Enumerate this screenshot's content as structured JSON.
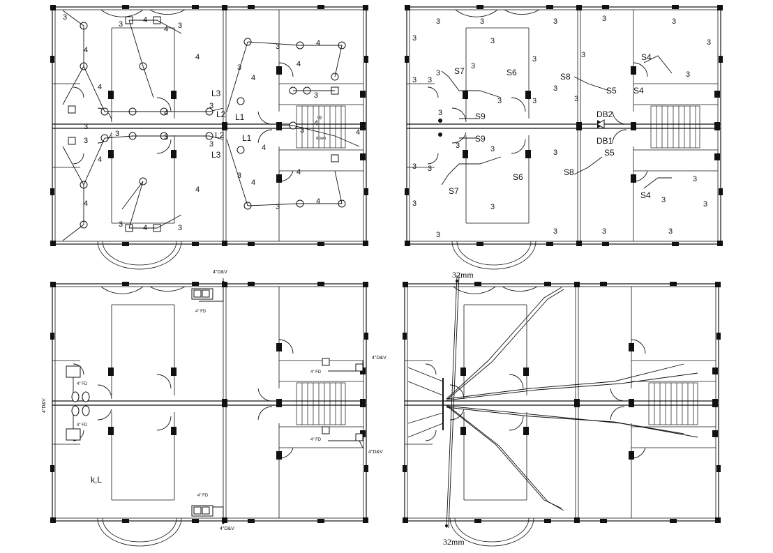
{
  "plans": {
    "lighting": {
      "labels": [
        "L1",
        "L1",
        "L2",
        "L2",
        "L3",
        "L3"
      ],
      "stair_up": "up",
      "stair_down": "down"
    },
    "power": {
      "labels": [
        "S7",
        "S7",
        "S6",
        "S6",
        "S8",
        "S8",
        "S9",
        "S9",
        "S5",
        "S5",
        "S4",
        "S4",
        "S4",
        "DB2",
        "DB1"
      ]
    },
    "plumbing": {
      "dv_labels": [
        "4\"D&V",
        "4\"D&V",
        "4\"D&V",
        "4\"D&V",
        "4\"D&V"
      ],
      "fd_labels": [
        "4\" FD",
        "4\" FD",
        "4\" FD",
        "4\" FD",
        "4\" FD",
        "4\" FD"
      ],
      "room_label": "k,L"
    },
    "conduit": {
      "top_label": "32mm",
      "bottom_label": "32mm"
    }
  },
  "wire_count_labels": [
    "3",
    "4"
  ]
}
